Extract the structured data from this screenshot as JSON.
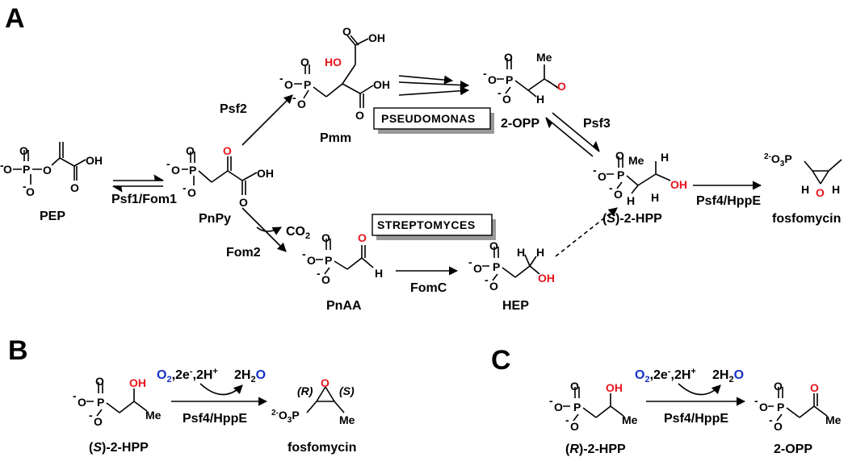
{
  "panels": {
    "a": "A",
    "b": "B",
    "c": "C"
  },
  "boxes": {
    "pseudomonas": "PSEUDOMONAS",
    "streptomyces": "STREPTOMYCES"
  },
  "compounds": {
    "pep": "PEP",
    "pnpy": "PnPy",
    "pmm": "Pmm",
    "opp": "2-OPP",
    "shpp_open": "(",
    "shpp_s": "S",
    "shpp_rest": ")-2-HPP",
    "fosfomycin": "fosfomycin",
    "pnaa": "PnAA",
    "hep": "HEP",
    "rhpp_open": "(",
    "rhpp_r": "R",
    "rhpp_rest": ")-2-HPP"
  },
  "enzymes": {
    "psf1_fom1": "Psf1/Fom1",
    "psf2": "Psf2",
    "psf3": "Psf3",
    "psf4_hppe": "Psf4/HppE",
    "fom2": "Fom2",
    "fomc": "FomC"
  },
  "reagents": {
    "co2": "CO",
    "co2_sub": "2",
    "o2": "O",
    "o2_sub": "2",
    "e_part": ",2e",
    "minus": "-",
    "h_part": ",2H",
    "plus": "+",
    "water_pre": "2H",
    "water_sub": "2",
    "water_o": "O"
  },
  "atoms": {
    "o": "O",
    "oh": "OH",
    "ho": "HO",
    "p": "P",
    "h": "H",
    "me": "Me",
    "o_minus": "O",
    "o3p": "O",
    "o3p_sub": "3",
    "two_minus": "2-",
    "r_tag": "(R)",
    "s_tag": "(S)"
  }
}
